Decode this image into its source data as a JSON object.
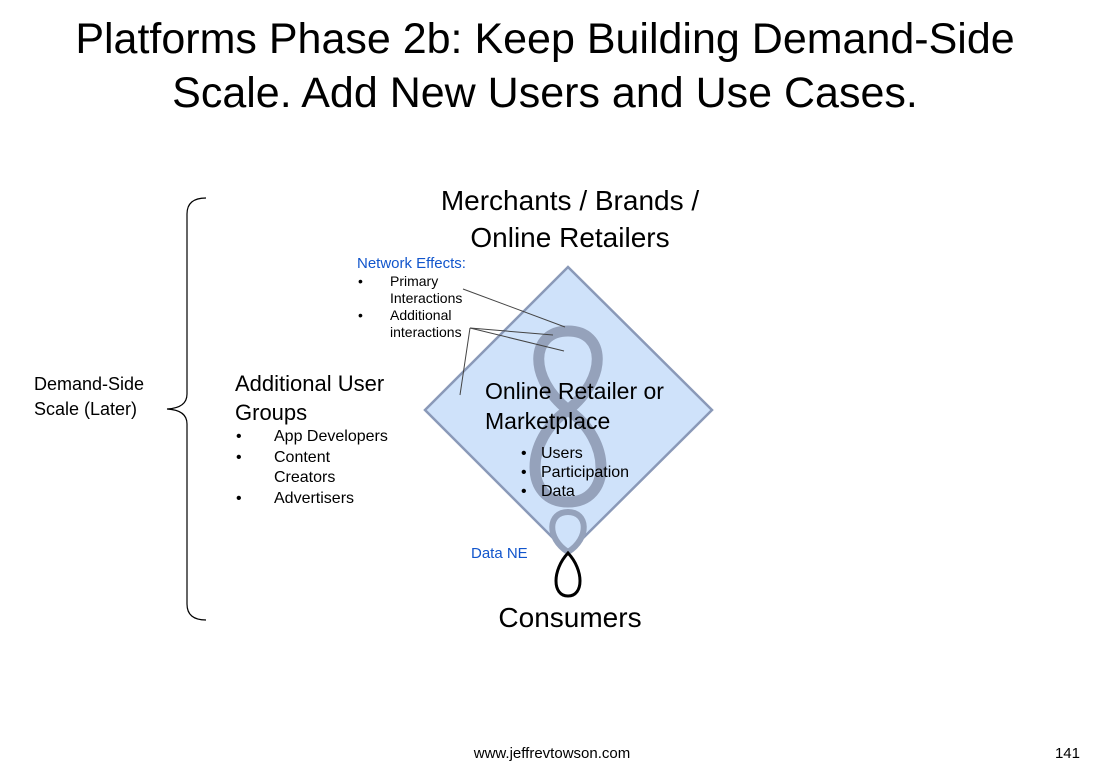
{
  "slide": {
    "title": "Platforms Phase 2b: Keep Building Demand-Side Scale. Add New Users and Use Cases.",
    "footer_url": "www.jeffrevtowson.com",
    "page_number": "141"
  },
  "diagram": {
    "top_label": "Merchants / Brands / Online Retailers",
    "bottom_label": "Consumers",
    "center_title": "Online Retailer or Marketplace",
    "center_items": [
      "Users",
      "Participation",
      "Data"
    ],
    "network_effects": {
      "heading": "Network Effects:",
      "items": [
        "Primary Interactions",
        "Additional interactions"
      ]
    },
    "data_ne_label": "Data NE",
    "additional_groups": {
      "heading": "Additional User Groups",
      "items": [
        "App Developers",
        "Content Creators",
        "Advertisers"
      ]
    },
    "brace_label": "Demand-Side Scale (Later)",
    "colors": {
      "diamond_fill": "#cfe2fa",
      "diamond_stroke": "#8a99b8",
      "loop_color": "#95a2bb",
      "accent_blue": "#1155cc"
    }
  }
}
